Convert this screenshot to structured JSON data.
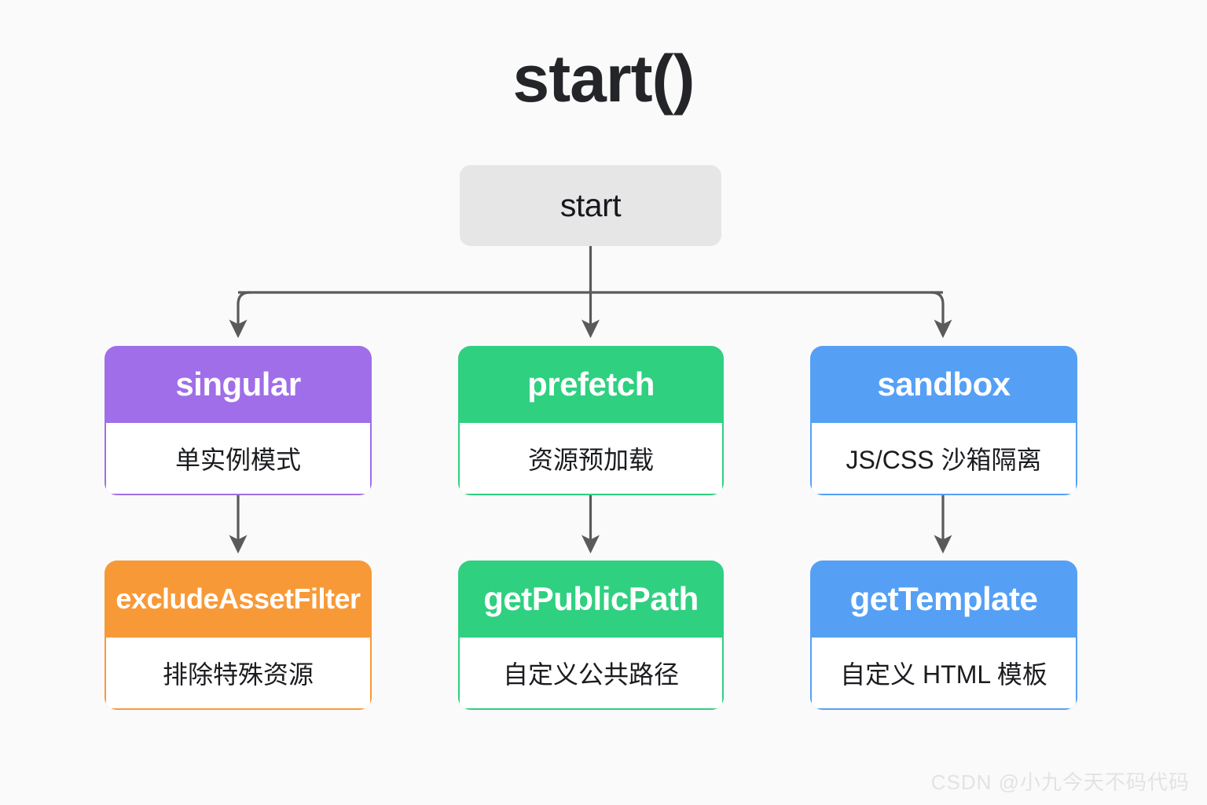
{
  "title": "start()",
  "background_color": "#fafafa",
  "connector_color": "#5a5a5a",
  "root": {
    "label": "start",
    "bg_color": "#e6e6e6",
    "text_color": "#16181c"
  },
  "branches": [
    {
      "key": "singular",
      "title": "singular",
      "subtitle": "单实例模式",
      "color": "#a06ee8",
      "child": {
        "key": "excludeAssetFilter",
        "title": "excludeAssetFilter",
        "subtitle": "排除特殊资源",
        "color": "#f89938"
      }
    },
    {
      "key": "prefetch",
      "title": "prefetch",
      "subtitle": "资源预加载",
      "color": "#2fd080",
      "child": {
        "key": "getPublicPath",
        "title": "getPublicPath",
        "subtitle": "自定义公共路径",
        "color": "#2fd080"
      }
    },
    {
      "key": "sandbox",
      "title": "sandbox",
      "subtitle": "JS/CSS 沙箱隔离",
      "color": "#55a0f5",
      "child": {
        "key": "getTemplate",
        "title": "getTemplate",
        "subtitle": "自定义 HTML 模板",
        "color": "#55a0f5"
      }
    }
  ],
  "watermark": "CSDN @小九今天不码代码"
}
